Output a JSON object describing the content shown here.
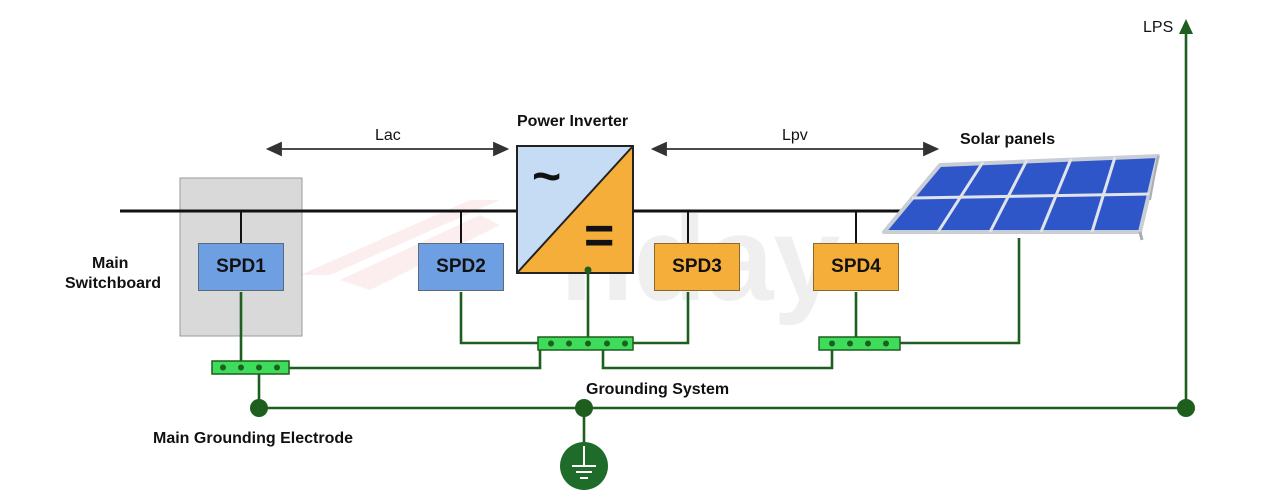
{
  "labels": {
    "lps": "LPS",
    "power_inverter": "Power Inverter",
    "lac": "Lac",
    "lpv": "Lpv",
    "solar_panels": "Solar panels",
    "main_switchboard_line1": "Main",
    "main_switchboard_line2": "Switchboard",
    "grounding_system": "Grounding System",
    "main_grounding_electrode": "Main Grounding Electrode"
  },
  "spds": [
    {
      "label": "SPD1"
    },
    {
      "label": "SPD2"
    },
    {
      "label": "SPD3"
    },
    {
      "label": "SPD4"
    }
  ],
  "inverter_symbols": {
    "ac": "~",
    "dc": "="
  },
  "colors": {
    "ground_wire": "#1e5e1e",
    "bus_bar": "#3ddc5a",
    "spd_blue": "#6f9fe3",
    "spd_orange": "#f6ae3a",
    "inverter_ac": "#c6dcf5",
    "inverter_dc": "#f6ae3a",
    "switchboard": "#d9d9d9",
    "panel_blue": "#2f56c8"
  }
}
